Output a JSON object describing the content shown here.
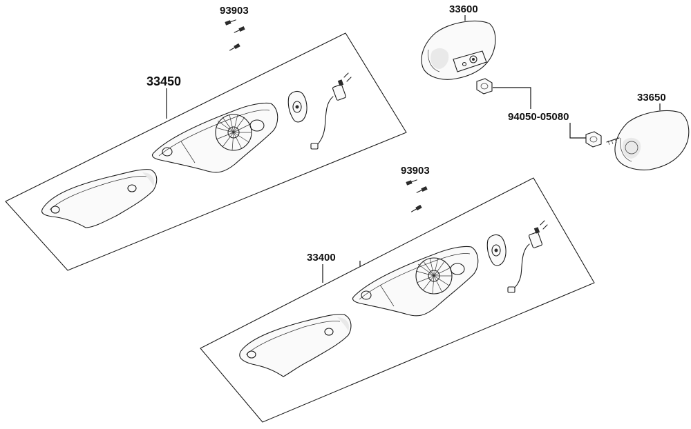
{
  "diagram": {
    "labels": {
      "screws_top": "93903",
      "rear_left_assy": "33450",
      "rear_right_assy": "33400",
      "screws_mid": "93903",
      "front_left_light": "33600",
      "front_right_light": "33650",
      "nut": "94050-05080"
    }
  },
  "colors": {
    "line": "#1a1a1a",
    "background": "#ffffff",
    "lens_shade": "#e9e9e9"
  }
}
